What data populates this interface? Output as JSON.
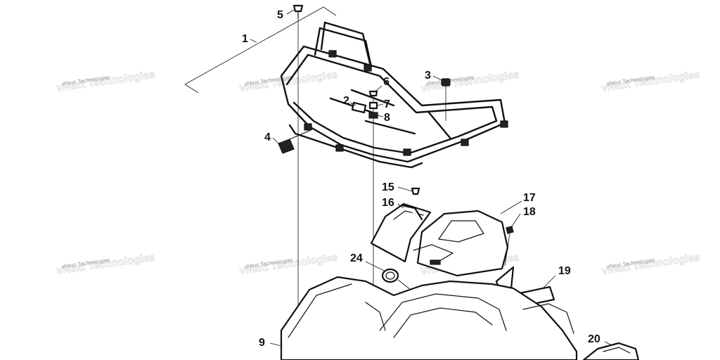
{
  "watermark": {
    "company": "vNext Technologies"
  },
  "callouts": [
    {
      "id": "c1",
      "label": "1"
    },
    {
      "id": "c2",
      "label": "2"
    },
    {
      "id": "c3",
      "label": "3"
    },
    {
      "id": "c4",
      "label": "4"
    },
    {
      "id": "c5",
      "label": "5"
    },
    {
      "id": "c6",
      "label": "6"
    },
    {
      "id": "c7",
      "label": "7"
    },
    {
      "id": "c8",
      "label": "8"
    },
    {
      "id": "c9",
      "label": "9"
    },
    {
      "id": "c15",
      "label": "15"
    },
    {
      "id": "c16",
      "label": "16"
    },
    {
      "id": "c17",
      "label": "17"
    },
    {
      "id": "c18",
      "label": "18"
    },
    {
      "id": "c19",
      "label": "19"
    },
    {
      "id": "c20",
      "label": "20"
    },
    {
      "id": "c24",
      "label": "24"
    }
  ]
}
